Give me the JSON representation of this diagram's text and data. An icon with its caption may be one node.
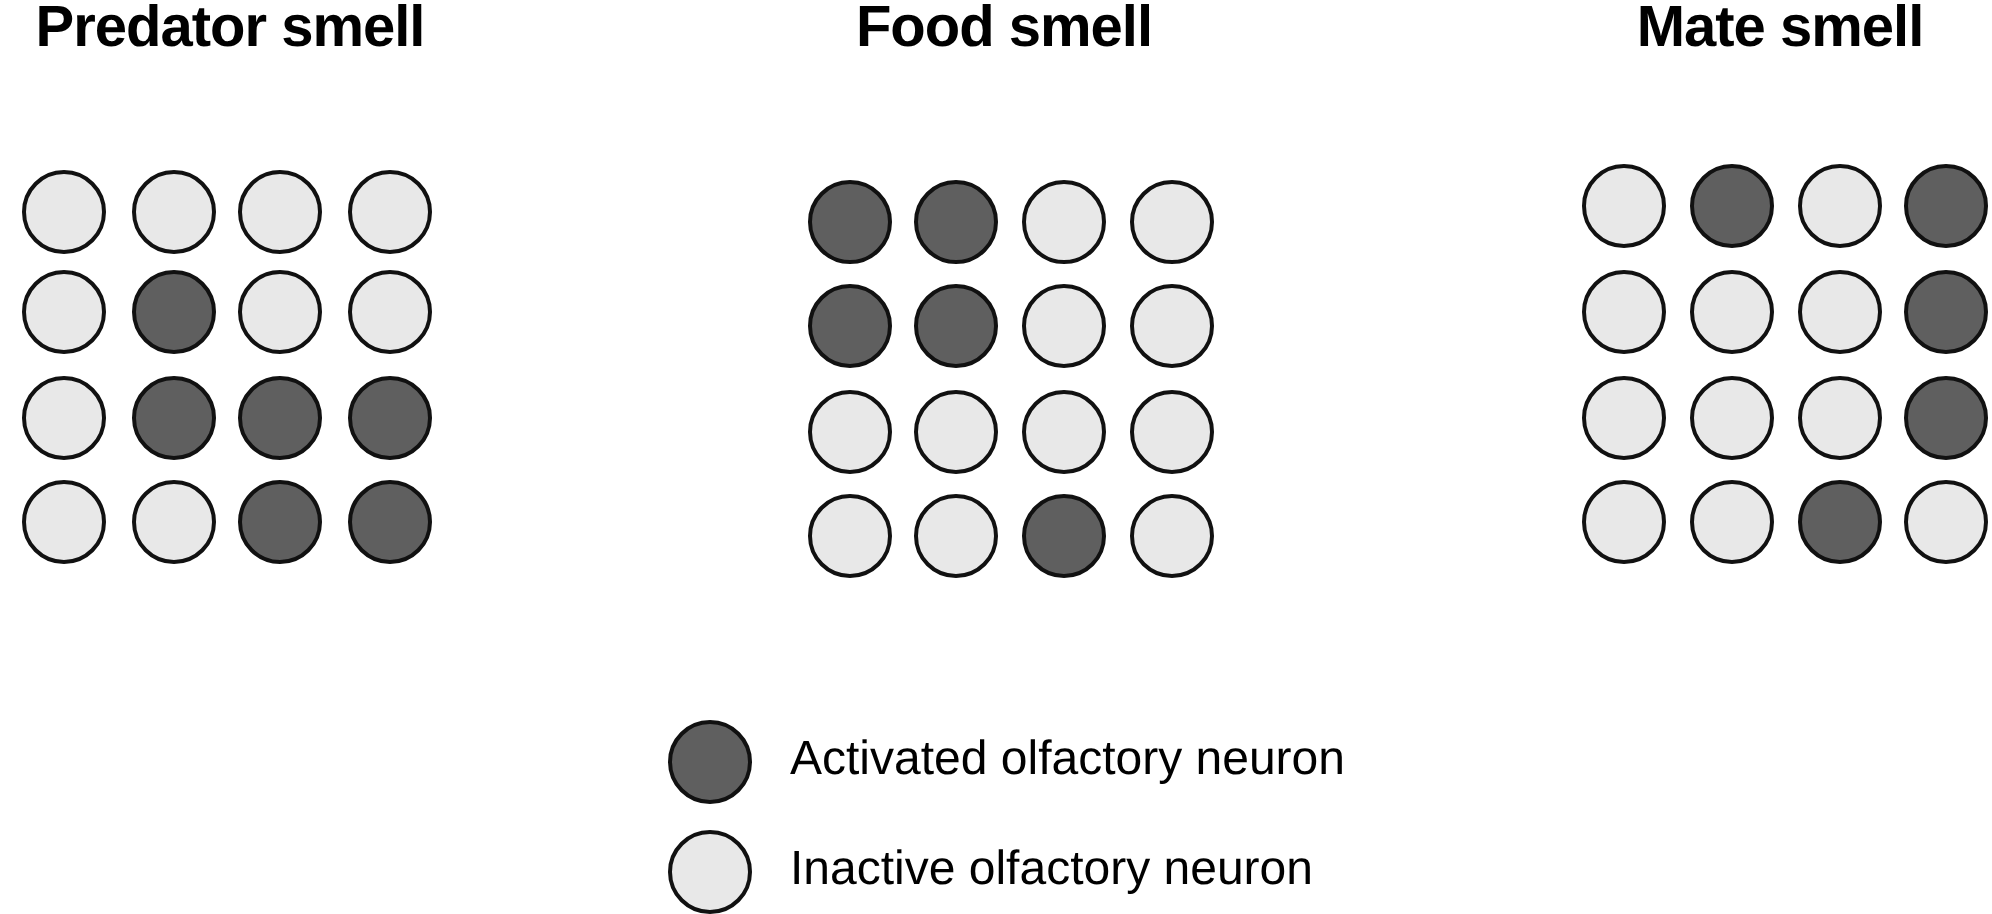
{
  "diagram": {
    "labels": [
      "Predator smell",
      "Food smell",
      "Mate smell"
    ],
    "legend": [
      {
        "text": "Activated olfactory neuron",
        "color": "#5f5f5f"
      },
      {
        "text": "Inactive olfactory neuron",
        "color": "#e8e8e8"
      }
    ]
  }
}
